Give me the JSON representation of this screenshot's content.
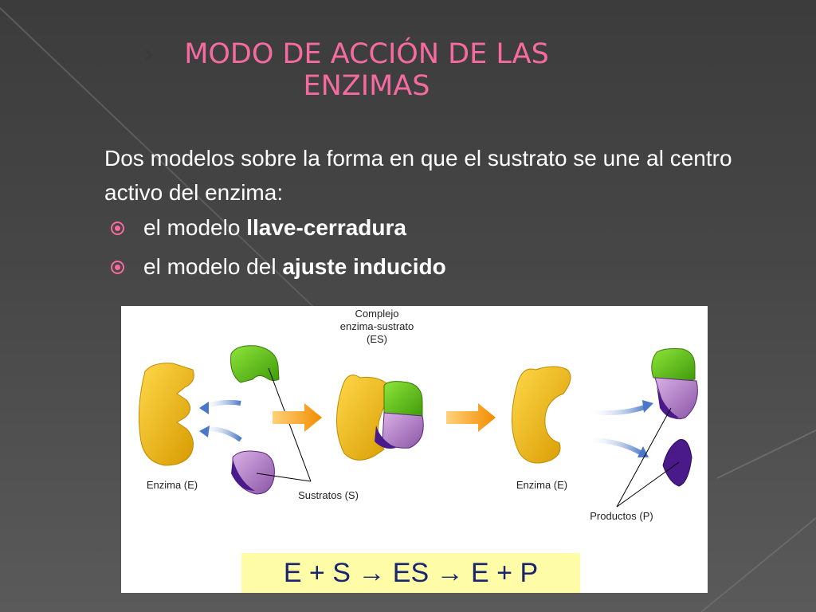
{
  "slide": {
    "title": "MODO DE ACCIÓN DE LAS ENZIMAS",
    "intro": "Dos modelos sobre la forma en que el sustrato se une al centro activo del enzima:",
    "bullets": [
      {
        "text": "el modelo ",
        "bold": "llave-cerradura"
      },
      {
        "text": "el modelo del ",
        "bold": "ajuste inducido"
      }
    ]
  },
  "figure": {
    "labels": {
      "complex": "Complejo",
      "complex2": "enzima-sustrato",
      "complex3": "(ES)",
      "enzyme_left": "Enzima (E)",
      "substrates": "Sustratos (S)",
      "enzyme_right": "Enzima (E)",
      "products": "Productos (P)"
    },
    "equation": "E + S → ES → E + P"
  },
  "colors": {
    "title": "#f56ba0",
    "enzyme": "#f0b800",
    "substrate_green": "#5cc414",
    "substrate_purple": "#b478c8",
    "equation_bg": "#fefca6",
    "equation_text": "#1a2570"
  }
}
